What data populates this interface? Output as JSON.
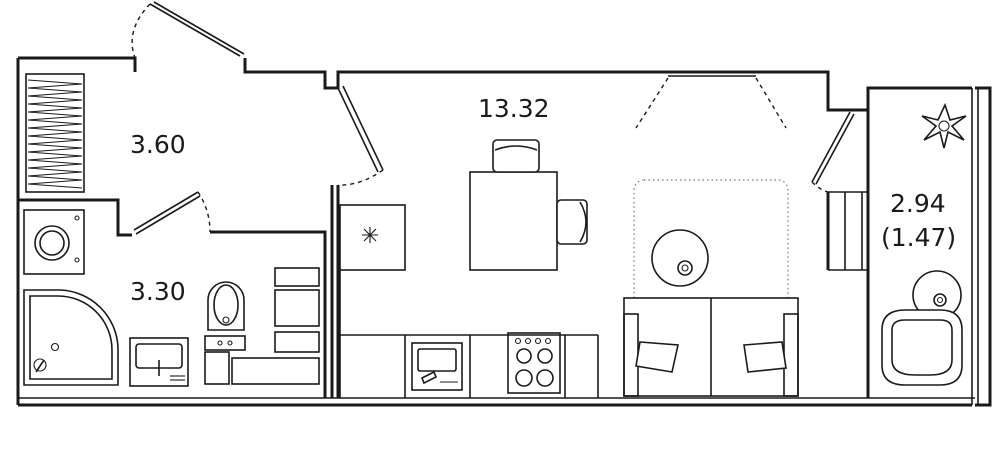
{
  "plan": {
    "rooms": [
      {
        "id": "hallway",
        "area": "3.60"
      },
      {
        "id": "bathroom",
        "area": "3.30"
      },
      {
        "id": "studio",
        "area": "13.32"
      },
      {
        "id": "balcony",
        "area": "2.94",
        "reduced_area": "(1.47)"
      }
    ]
  }
}
